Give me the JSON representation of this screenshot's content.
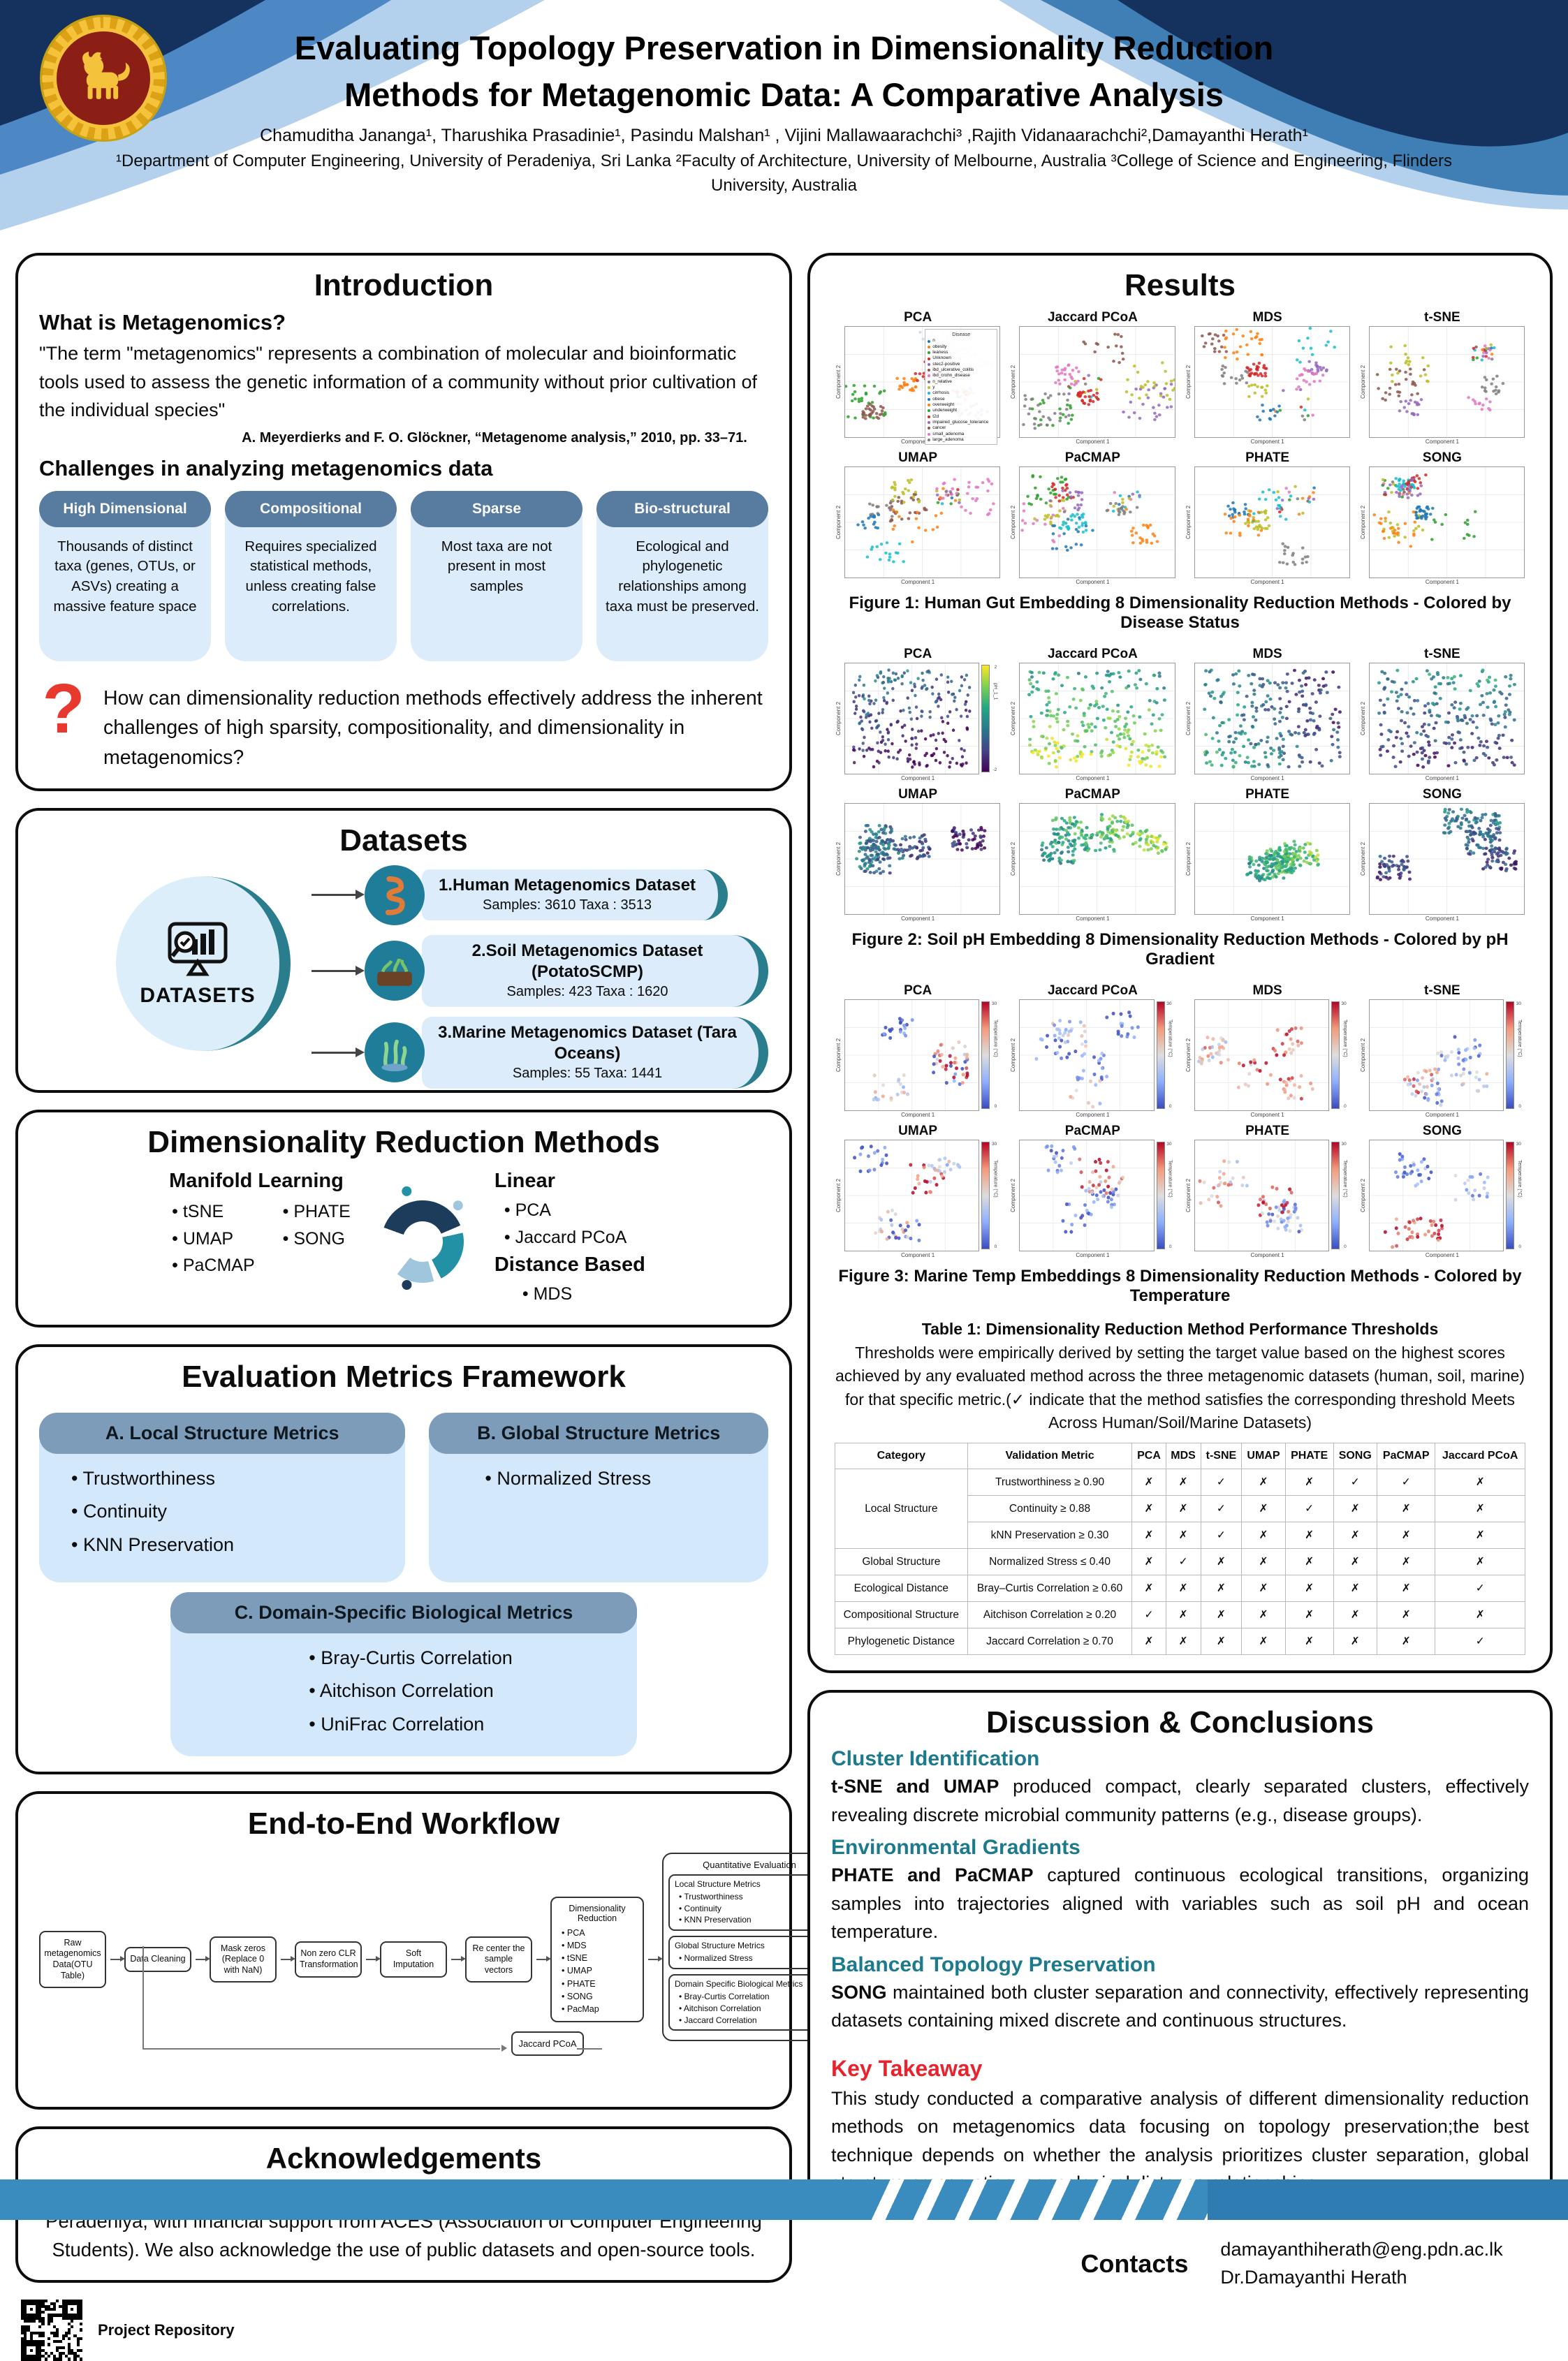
{
  "colors": {
    "navy": "#15325e",
    "blue": "#3a8cbe",
    "light_blue": "#dcecfa",
    "slate": "#587c9f",
    "teal": "#1f7d99",
    "teal_text": "#1d7a8c",
    "red": "#e8392e",
    "gold": "#f5c33b",
    "maroon": "#8c1f15"
  },
  "header": {
    "title_line1": "Evaluating Topology Preservation in Dimensionality Reduction",
    "title_line2": "Methods for Metagenomic Data: A Comparative Analysis",
    "authors": "Chamuditha Jananga¹, Tharushika Prasadinie¹, Pasindu Malshan¹ ,  Vijini Mallawaarachchi³ ,Rajith Vidanaarachchi²,Damayanthi Herath¹",
    "affiliations": "¹Department of Computer Engineering, University of Peradeniya, Sri Lanka ²Faculty of Architecture, University of Melbourne, Australia ³College of Science and Engineering, Flinders University, Australia"
  },
  "intro": {
    "card_title": "Introduction",
    "what_heading": "What is Metagenomics?",
    "quote": "\"The term \"metagenomics\" represents a combination of molecular and bioinformatic tools used to assess the genetic information of a community without prior cultivation of the individual species\"",
    "citation": "A. Meyerdierks and F. O. Glöckner, “Metagenome analysis,” 2010, pp. 33–71.",
    "challenges_heading": "Challenges in analyzing metagenomics data",
    "challenges": [
      {
        "title": "High Dimensional",
        "body": "Thousands of distinct taxa (genes, OTUs, or ASVs) creating a massive feature space"
      },
      {
        "title": "Compositional",
        "body": "Requires specialized statistical methods, unless creating false correlations."
      },
      {
        "title": "Sparse",
        "body": "Most taxa are not present in most samples"
      },
      {
        "title": "Bio-structural",
        "body": "Ecological and phylogenetic relationships among taxa must be preserved."
      }
    ],
    "question": "How can dimensionality reduction methods effectively address the inherent challenges of high sparsity, compositionality, and dimensionality in metagenomics?"
  },
  "datasets": {
    "card_title": "Datasets",
    "hub_label": "DATASETS",
    "items": [
      {
        "name": "1.Human Metagenomics Dataset",
        "samples": "Samples: 3610 Taxa :  3513",
        "icon": "gut-icon"
      },
      {
        "name": "2.Soil Metagenomics Dataset (PotatoSCMP)",
        "samples": "Samples: 423 Taxa :  1620",
        "icon": "soil-icon"
      },
      {
        "name": "3.Marine  Metagenomics Dataset (Tara Oceans)",
        "samples": "Samples: 55 Taxa: 1441",
        "icon": "seaweed-icon"
      }
    ]
  },
  "methods": {
    "card_title": "Dimensionality Reduction Methods",
    "manifold_heading": "Manifold Learning",
    "manifold_col1": [
      "tSNE",
      "UMAP",
      "PaCMAP"
    ],
    "manifold_col2": [
      "PHATE",
      "SONG"
    ],
    "linear_heading": "Linear",
    "linear_items": [
      "PCA",
      "Jaccard PCoA"
    ],
    "distance_heading": "Distance Based",
    "distance_items": [
      "MDS"
    ]
  },
  "metrics": {
    "card_title": "Evaluation Metrics Framework",
    "group_a": {
      "title": "A. Local Structure Metrics",
      "items": [
        "Trustworthiness",
        "Continuity",
        "KNN Preservation"
      ]
    },
    "group_b": {
      "title": "B. Global Structure Metrics",
      "items": [
        "Normalized Stress"
      ]
    },
    "group_c": {
      "title": "C. Domain-Specific Biological Metrics",
      "items": [
        "Bray-Curtis Correlation",
        "Aitchison Correlation",
        "UniFrac Correlation"
      ]
    }
  },
  "workflow": {
    "card_title": "End-to-End Workflow",
    "steps": [
      "Raw metagenomics Data(OTU Table)",
      "Data Cleaning",
      "Mask zeros (Replace 0 with NaN)",
      "Non zero CLR Transformation",
      "Soft Imputation",
      "Re center the sample vectors"
    ],
    "dr": {
      "title": "Dimensionality Reduction",
      "items": [
        "PCA",
        "MDS",
        "tSNE",
        "UMAP",
        "PHATE",
        "SONG",
        "PacMap"
      ]
    },
    "evaluation": {
      "title": "Quantitative Evaluation",
      "groups": [
        {
          "title": "Local Structure Metrics",
          "items": [
            "Trustworthiness",
            "Continuity",
            "KNN Preservation"
          ]
        },
        {
          "title": "Global Structure Metrics",
          "items": [
            "Normalized Stress"
          ]
        },
        {
          "title": "Domain Specific Biological Metrics",
          "items": [
            "Bray-Curtis Correlation",
            "Aitchison Correlation",
            "Jaccard Correlation"
          ]
        }
      ]
    },
    "jaccard_label": "Jaccard PCoA"
  },
  "ack": {
    "card_title": "Acknowledgements",
    "body": "This work was supported by the Department of Computer Engineering, University of Peradeniya, with financial support from ACES (Association of Computer Engineering Students). We also acknowledge the use of public datasets and open-source tools."
  },
  "repo_label": "Project Repository",
  "results": {
    "card_title": "Results",
    "axis_x": "Component 1",
    "axis_y": "Component 2",
    "figures": [
      {
        "subplots": [
          "PCA",
          "Jaccard PCoA",
          "MDS",
          "t-SNE",
          "UMAP",
          "PaCMAP",
          "PHATE",
          "SONG"
        ],
        "caption": "Figure 1: Human Gut Embedding 8 Dimensionality Reduction Methods - Colored by Disease Status",
        "palette": "categorical",
        "legend": {
          "title": "Disease",
          "items": [
            "n",
            "obesity",
            "leaness",
            "Unknown",
            "stec2-positive",
            "ibd_ulcerative_colitis",
            "ibd_crohn_disease",
            "n_relative",
            "y",
            "cirrhosis",
            "obese",
            "overweight",
            "underweight",
            "t2d",
            "impaired_glucose_tolerance",
            "cancer",
            "small_adenoma",
            "large_adenoma"
          ]
        }
      },
      {
        "subplots": [
          "PCA",
          "Jaccard PCoA",
          "MDS",
          "t-SNE",
          "UMAP",
          "PaCMAP",
          "PHATE",
          "SONG"
        ],
        "caption": "Figure 2: Soil pH Embedding 8 Dimensionality Reduction Methods - Colored by pH Gradient",
        "palette": "viridis",
        "colorbar_label": "pH_1_1",
        "colorbar_ticks": [
          "2",
          "-2"
        ]
      },
      {
        "subplots": [
          "PCA",
          "Jaccard PCoA",
          "MDS",
          "t-SNE",
          "UMAP",
          "PaCMAP",
          "PHATE",
          "SONG"
        ],
        "caption": "Figure 3: Marine Temp Embeddings 8 Dimensionality Reduction Methods - Colored by Temperature",
        "palette": "coolwarm",
        "colorbar_label": "Temperature (°C)",
        "colorbar_ticks": [
          "30",
          "0"
        ]
      }
    ]
  },
  "table1": {
    "title": "Table 1: Dimensionality Reduction Method Performance Thresholds",
    "note": "Thresholds were empirically derived by setting the target value based on the highest scores achieved by any evaluated method across the three metagenomic datasets (human, soil, marine) for that specific metric.(✓ indicate that the method satisfies the corresponding threshold Meets Across Human/Soil/Marine Datasets)",
    "headers": [
      "Category",
      "Validation Metric",
      "PCA",
      "MDS",
      "t-SNE",
      "UMAP",
      "PHATE",
      "SONG",
      "PaCMAP",
      "Jaccard PCoA"
    ],
    "rows": [
      {
        "category": "Local Structure",
        "span": 3,
        "metric": "Trustworthiness ≥ 0.90",
        "marks": [
          "✗",
          "✗",
          "✓",
          "✗",
          "✗",
          "✓",
          "✓",
          "✗"
        ]
      },
      {
        "metric": "Continuity ≥ 0.88",
        "marks": [
          "✗",
          "✗",
          "✓",
          "✗",
          "✓",
          "✗",
          "✗",
          "✗"
        ]
      },
      {
        "metric": "kNN Preservation ≥ 0.30",
        "marks": [
          "✗",
          "✗",
          "✓",
          "✗",
          "✗",
          "✗",
          "✗",
          "✗"
        ]
      },
      {
        "category": "Global Structure",
        "span": 1,
        "metric": "Normalized Stress ≤ 0.40",
        "marks": [
          "✗",
          "✓",
          "✗",
          "✗",
          "✗",
          "✗",
          "✗",
          "✗"
        ]
      },
      {
        "category": "Ecological Distance",
        "span": 1,
        "metric": "Bray–Curtis Correlation ≥ 0.60",
        "marks": [
          "✗",
          "✗",
          "✗",
          "✗",
          "✗",
          "✗",
          "✗",
          "✓"
        ]
      },
      {
        "category": "Compositional Structure",
        "span": 1,
        "metric": "Aitchison Correlation ≥ 0.20",
        "marks": [
          "✓",
          "✗",
          "✗",
          "✗",
          "✗",
          "✗",
          "✗",
          "✗"
        ]
      },
      {
        "category": "Phylogenetic Distance",
        "span": 1,
        "metric": "Jaccard Correlation ≥ 0.70",
        "marks": [
          "✗",
          "✗",
          "✗",
          "✗",
          "✗",
          "✗",
          "✗",
          "✓"
        ]
      }
    ]
  },
  "discussion": {
    "card_title": "Discussion & Conclusions",
    "sections": [
      {
        "heading": "Cluster Identification",
        "lead": "t-SNE and UMAP",
        "body": " produced compact, clearly separated clusters, effectively revealing discrete microbial community patterns (e.g., disease groups)."
      },
      {
        "heading": "Environmental Gradients",
        "lead": "PHATE and PaCMAP",
        "body": " captured continuous ecological transitions, organizing samples into trajectories aligned with variables such as soil pH and ocean temperature."
      },
      {
        "heading": "Balanced Topology Preservation",
        "lead": "SONG",
        "body": " maintained both cluster separation and connectivity, effectively representing datasets containing mixed discrete and continuous structures."
      }
    ],
    "takeaway": {
      "heading": "Key Takeaway",
      "body": " This study conducted a comparative analysis of different dimensionality reduction methods on metagenomics data focusing on topology preservation;the best technique depends on whether the analysis prioritizes cluster separation, global structure preservation, or ecological distance relationships."
    }
  },
  "contacts": {
    "label": "Contacts",
    "email": "damayanthiherath@eng.pdn.ac.lk",
    "name": "Dr.Damayanthi Herath"
  }
}
